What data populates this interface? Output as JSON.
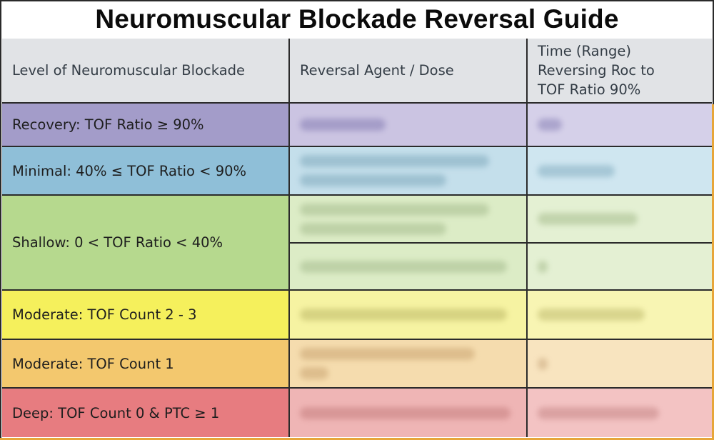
{
  "title": "Neuromuscular Blockade Reversal Guide",
  "headers": {
    "level": "Level of Neuromuscular Blockade",
    "agent": "Reversal Agent / Dose",
    "time_line1": "Time (Range)",
    "time_line2": "Reversing Roc to",
    "time_line3": "TOF Ratio 90%"
  },
  "rows": [
    {
      "level": "Recovery:  TOF Ratio ≥ 90%"
    },
    {
      "level": "Minimal:  40% ≤ TOF Ratio < 90%"
    },
    {
      "level": "Shallow:  0 < TOF Ratio < 40%"
    },
    {
      "level": "Moderate:  TOF Count 2 - 3"
    },
    {
      "level": "Moderate:  TOF Count 1"
    },
    {
      "level": "Deep:  TOF Count 0 & PTC ≥ 1"
    }
  ],
  "colors": {
    "recovery": "#a39cc9",
    "minimal": "#8fbfd8",
    "shallow": "#b6d98e",
    "moderate_2_3": "#f5f05c",
    "moderate_1": "#f3c86e",
    "deep": "#e77c80",
    "header": "#e1e3e6",
    "border_accent": "#e7a63a"
  }
}
